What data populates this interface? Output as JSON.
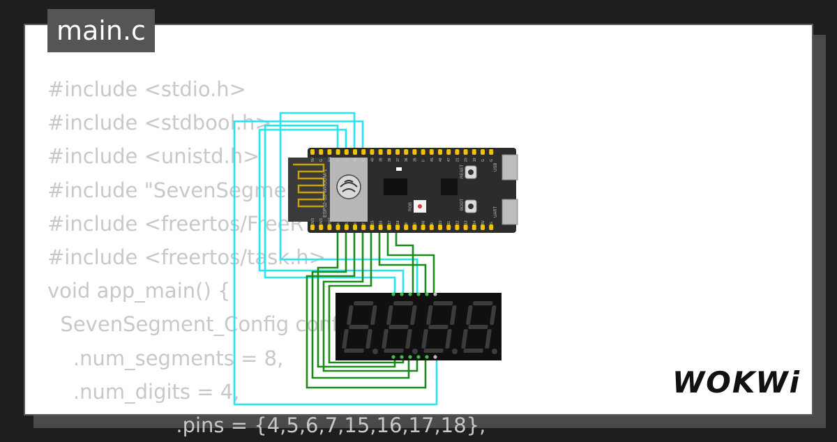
{
  "file_tab": {
    "name": "main.c"
  },
  "code_lines": [
    "#include <stdio.h>",
    "#include <stdbool.h>",
    "#include <unistd.h>",
    "#include \"SevenSegment.h\"",
    "#include <freertos/FreeRTOS.h>",
    "#include <freertos/task.h>",
    "void app_main() {",
    "  SevenSegment_Config config = {",
    "    .num_segments = 8,",
    "    .num_digits = 4,",
    "                    .pins = {4,5,6,7,15,16,17,18},"
  ],
  "board": {
    "module_label": "ESP32-S3-WROOM-1",
    "top_pins": [
      "5V",
      "G",
      "RX",
      "1",
      "2",
      "42",
      "41",
      "40",
      "39",
      "38",
      "37",
      "36",
      "35",
      "0",
      "45",
      "48",
      "47",
      "21",
      "20",
      "19",
      "G",
      "G"
    ],
    "bottom_pins": [
      "3V3",
      "3V3",
      "RST",
      "4",
      "5",
      "6",
      "7",
      "15",
      "16",
      "17",
      "18",
      "8",
      "3",
      "46",
      "9",
      "10",
      "11",
      "12",
      "13",
      "14",
      "5V",
      "G"
    ],
    "buttons": [
      "RESET",
      "BOOT"
    ],
    "ports": [
      "USB",
      "UART"
    ],
    "led_label": "RGB"
  },
  "display": {
    "digits": 4,
    "segments": 8
  },
  "brand": {
    "name": "WOKWi"
  },
  "colors": {
    "wire_cyan": "#22e6f0",
    "wire_green": "#1a8a1a",
    "board": "#2c2c2c",
    "pin": "#f2c200",
    "display_bg": "#101010",
    "segment_off": "#3c3c3c"
  }
}
